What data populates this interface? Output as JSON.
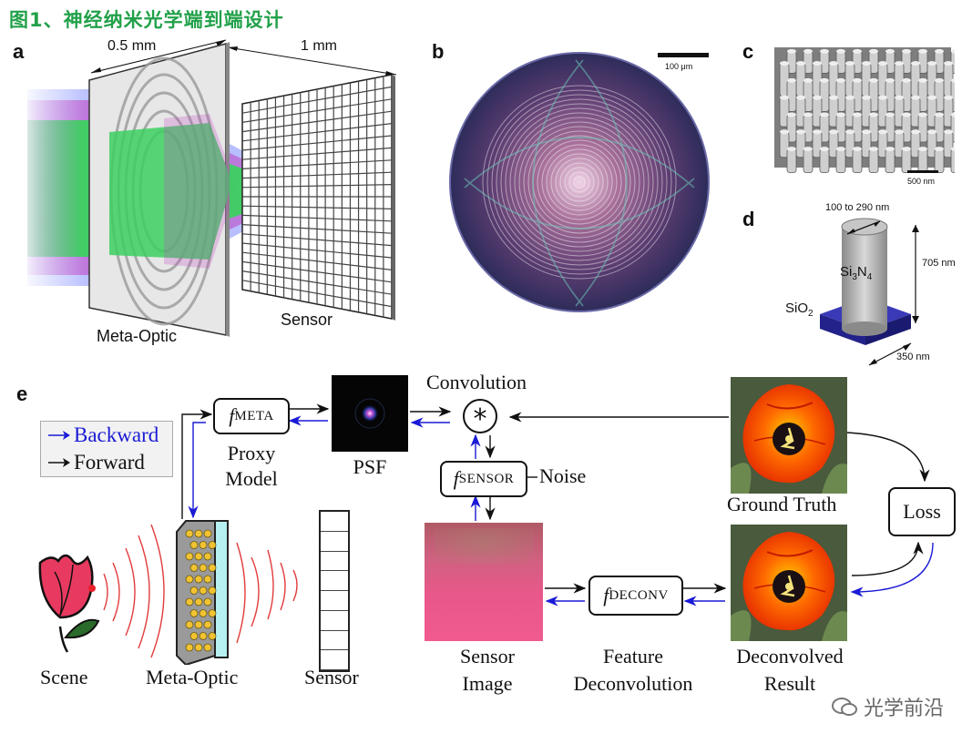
{
  "title": "图1、神经纳米光学端到端设计",
  "panels": {
    "a": {
      "label": "a",
      "dim_left": "0.5 mm",
      "dim_right": "1 mm",
      "meta_optic_label": "Meta-Optic",
      "sensor_label": "Sensor"
    },
    "b": {
      "label": "b",
      "scale_bar": "100 μm"
    },
    "c": {
      "label": "c",
      "scale_bar": "500 nm"
    },
    "d": {
      "label": "d",
      "diameter": "100 to 290 nm",
      "material_pillar": "Si3N4",
      "material_pillar_main": "Si",
      "material_pillar_sub1": "3",
      "material_pillar_mid": "N",
      "material_pillar_sub2": "4",
      "height": "705 nm",
      "substrate_main": "SiO",
      "substrate_sub": "2",
      "period": "350 nm"
    },
    "e": {
      "label": "e",
      "legend_backward": "Backward",
      "legend_forward": "Forward",
      "f_meta_f": "f",
      "f_meta_sub": "META",
      "proxy_model": "Proxy Model",
      "proxy_line1": "Proxy",
      "proxy_line2": "Model",
      "psf": "PSF",
      "convolution": "Convolution",
      "conv_symbol": "*",
      "f_sensor_f": "f",
      "f_sensor_sub": "SENSOR",
      "noise": "Noise",
      "ground_truth": "Ground Truth",
      "loss": "Loss",
      "sensor_image_line1": "Sensor",
      "sensor_image_line2": "Image",
      "f_deconv_f": "f",
      "f_deconv_sub": "DECONV",
      "feature_line1": "Feature",
      "feature_line2": "Deconvolution",
      "deconv_line1": "Deconvolved",
      "deconv_line2": "Result",
      "scene": "Scene",
      "meta_optic": "Meta-Optic",
      "sensor": "Sensor"
    }
  },
  "watermark": "光学前沿",
  "colors": {
    "title_green": "#22a14a",
    "backward_blue": "#1a1ad6",
    "forward_black": "#111111",
    "wave_red": "#e23b3b",
    "pillar_blue": "#2a2a9a"
  }
}
